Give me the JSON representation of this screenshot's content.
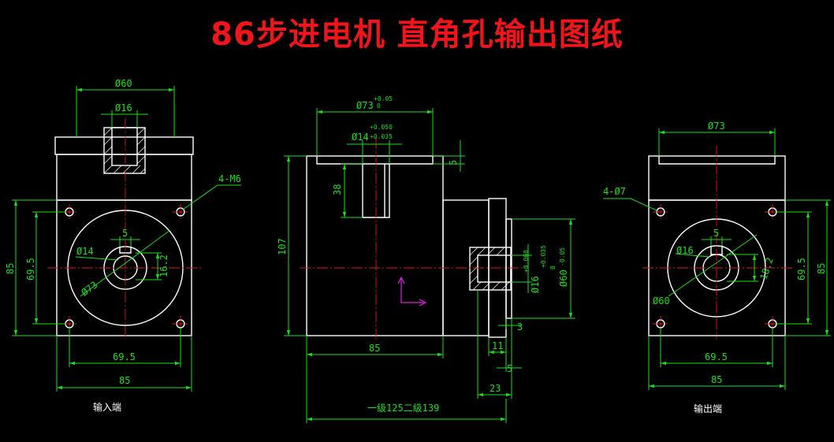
{
  "title": "86步进电机 直角孔输出图纸",
  "colors": {
    "background": "#000000",
    "title": "#f2141b",
    "outline": "#ffffff",
    "dimension": "#19e019",
    "centerline": "#e01818",
    "ucs_icon": "#e020e0"
  },
  "input_view": {
    "label": "输入端",
    "d_top": "Ø60",
    "d_bore": "Ø16",
    "thread": "4-M6",
    "key": "5",
    "d_shaft": "Ø14",
    "key_depth": "16.2",
    "d_pcd": "Ø73",
    "height_outer": "85",
    "height_inner": "69.5",
    "width_inner": "69.5",
    "width_outer": "85"
  },
  "side_view": {
    "d_flange": "Ø73",
    "d_flange_tol": "+0.05",
    "d_flange_tol_low": "0",
    "d_bore": "Ø14",
    "d_bore_tol_up": "+0.050",
    "d_bore_tol_low": "+0.035",
    "depth": "38",
    "step": "5",
    "height": "107",
    "width": "85",
    "d_output": "Ø16",
    "d_output_tol_up": "+0.060",
    "d_output_tol_low": "+0.035",
    "d_spigot": "Ø60",
    "d_spigot_tol_up": "0",
    "d_spigot_tol_low": "-0.05",
    "dim_3": "3",
    "dim_11": "11",
    "dim_5": "5",
    "dim_23": "23",
    "total_length": "一级125二级139"
  },
  "output_view": {
    "label": "输出端",
    "d_top": "Ø73",
    "holes": "4-Ø7",
    "key": "5",
    "d_bore": "Ø16",
    "key_depth": "18.2",
    "d_spigot": "Ø60",
    "height_inner": "69.5",
    "height_outer": "85",
    "width_inner": "69.5",
    "width_outer": "85"
  }
}
